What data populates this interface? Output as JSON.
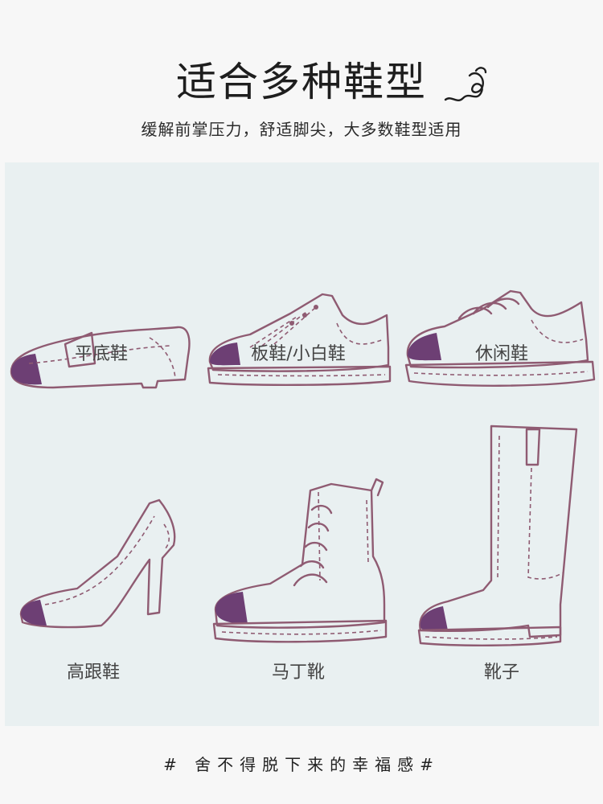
{
  "header": {
    "title": "适合多种鞋型",
    "subtitle": "缓解前掌压力，舒适脚尖，大多数鞋型适用"
  },
  "shoes": [
    {
      "label": "平底鞋"
    },
    {
      "label": "板鞋/小白鞋"
    },
    {
      "label": "休闲鞋"
    },
    {
      "label": "高跟鞋"
    },
    {
      "label": "马丁靴"
    },
    {
      "label": "靴子"
    }
  ],
  "footer": {
    "text": "# 舍不得脱下来的幸福感#"
  },
  "colors": {
    "outline": "#8f5b72",
    "toe_pad": "#6d3f74",
    "panel_bg": "#e9f0f1"
  }
}
